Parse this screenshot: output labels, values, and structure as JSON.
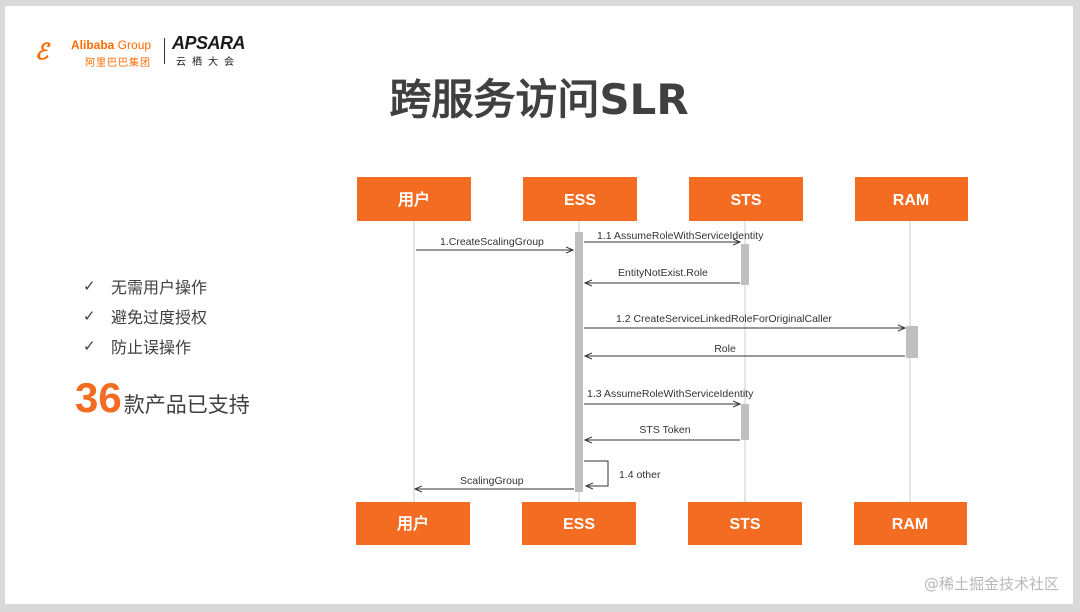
{
  "logos": {
    "alibaba_en": "Alibaba",
    "alibaba_group": "Group",
    "alibaba_cn": "阿里巴巴集团",
    "apsara_en": "APSARA",
    "apsara_cn": "云栖大会"
  },
  "title": "跨服务访问SLR",
  "bullets": [
    {
      "check": "✓",
      "text": "无需用户操作"
    },
    {
      "check": "✓",
      "text": "避免过度授权"
    },
    {
      "check": "✓",
      "text": "防止误操作"
    }
  ],
  "stat": {
    "number": "36",
    "text": "款产品已支持"
  },
  "colors": {
    "accent": "#f36c21",
    "text": "#404040",
    "activation": "#bfbfbf"
  },
  "sequence": {
    "participants": [
      "用户",
      "ESS",
      "STS",
      "RAM"
    ],
    "messages": [
      {
        "from": "用户",
        "to": "ESS",
        "label": "1.CreateScalingGroup"
      },
      {
        "from": "ESS",
        "to": "STS",
        "label": "1.1 AssumeRoleWithServiceIdentity"
      },
      {
        "from": "STS",
        "to": "ESS",
        "label": "EntityNotExist.Role"
      },
      {
        "from": "ESS",
        "to": "RAM",
        "label": "1.2 CreateServiceLinkedRoleForOriginalCaller"
      },
      {
        "from": "RAM",
        "to": "ESS",
        "label": "Role"
      },
      {
        "from": "ESS",
        "to": "STS",
        "label": "1.3 AssumeRoleWithServiceIdentity"
      },
      {
        "from": "STS",
        "to": "ESS",
        "label": "STS Token"
      },
      {
        "from": "ESS",
        "to": "ESS",
        "label": "1.4 other"
      },
      {
        "from": "ESS",
        "to": "用户",
        "label": "ScalingGroup"
      }
    ]
  },
  "watermark": "@稀土掘金技术社区"
}
